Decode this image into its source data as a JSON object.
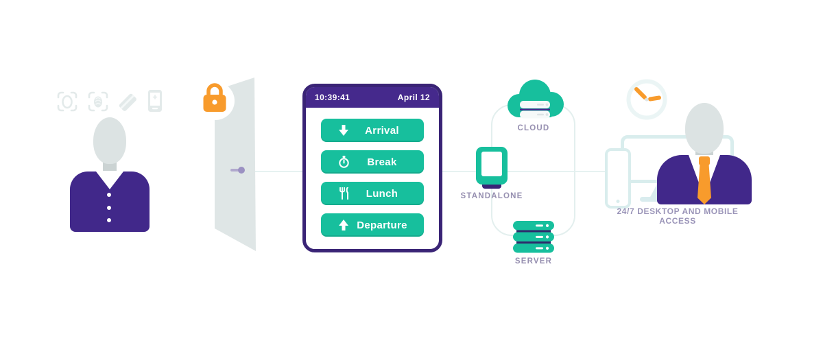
{
  "colors": {
    "purple": "#41288a",
    "purple_dark": "#3a2476",
    "teal": "#17bf9d",
    "orange": "#f89b2c",
    "line_light": "#e6f2f1",
    "label_text": "#968fb0"
  },
  "auth_methods": {
    "face_icon": "face-scan-icon",
    "fingerprint_icon": "fingerprint-scan-icon",
    "card_icon": "swipe-card-icon",
    "phone_icon": "mobile-phone-icon"
  },
  "door": {
    "lock_icon": "padlock-icon",
    "handle_icon": "door-handle"
  },
  "terminal": {
    "time": "10:39:41",
    "date": "April 12",
    "buttons": [
      {
        "label": "Arrival",
        "icon": "arrow-down-icon"
      },
      {
        "label": "Break",
        "icon": "stopwatch-icon"
      },
      {
        "label": "Lunch",
        "icon": "cutlery-icon"
      },
      {
        "label": "Departure",
        "icon": "arrow-up-icon"
      }
    ]
  },
  "network": {
    "cloud_label": "CLOUD",
    "standalone_label": "STANDALONE",
    "server_label": "SERVER"
  },
  "access": {
    "label": "24/7 DESKTOP AND MOBILE ACCESS",
    "clock_icon": "clock-icon"
  }
}
